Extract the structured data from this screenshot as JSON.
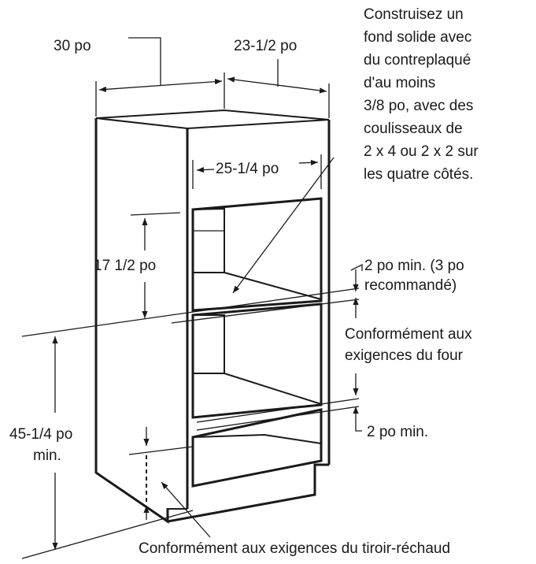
{
  "labels": {
    "width_total": "30 po",
    "depth_total": "23-1/2 po",
    "inner_width": "25-1/4 po",
    "height_upper": "17 1/2 po",
    "height_lower_1": "45-1/4 po",
    "height_lower_2": "min.",
    "gap_top_1": "2 po min. (3 po",
    "gap_top_2": "recommandé)",
    "oven_req_1": "Conformément aux",
    "oven_req_2": "exigences du four",
    "gap_bottom": "2 po min.",
    "drawer_req": "Conformément aux exigences du tiroir-réchaud",
    "note": [
      "Construisez un",
      "fond solide avec",
      "du contreplaqué",
      "d'au moins",
      "3/8 po, avec des",
      "coulisseaux de",
      "2 x 4 ou 2 x 2 sur",
      "les quatre côtés."
    ]
  },
  "colors": {
    "line": "#1a1a1a",
    "background": "#ffffff"
  }
}
